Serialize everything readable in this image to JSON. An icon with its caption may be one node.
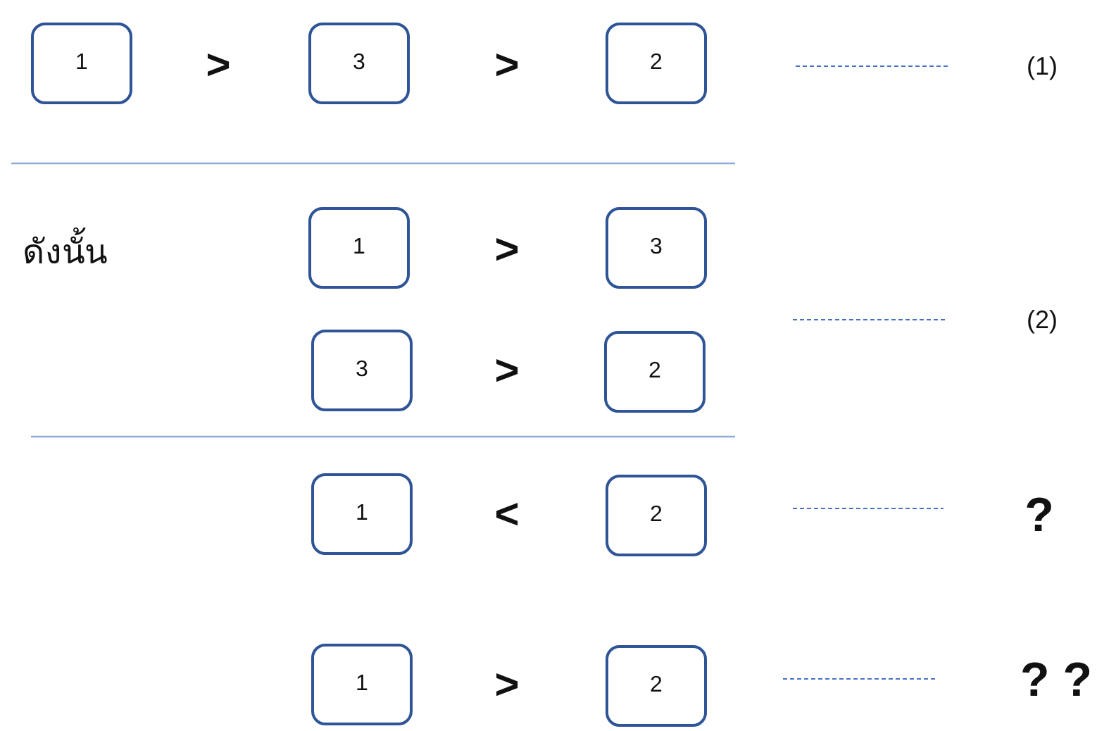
{
  "diagram": {
    "nodes": [
      {
        "text": [
          "1"
        ]
      },
      {
        "text": [
          "3"
        ]
      },
      {
        "text": [
          "2"
        ]
      },
      {
        "text": [
          "1"
        ]
      },
      {
        "text": [
          "3"
        ]
      },
      {
        "text": [
          "3"
        ]
      },
      {
        "text": [
          "2"
        ]
      },
      {
        "text": [
          "1"
        ]
      },
      {
        "text": [
          "2"
        ]
      },
      {
        "text": [
          "1"
        ]
      },
      {
        "text": [
          "2"
        ]
      }
    ],
    "labels": [
      ">",
      ">",
      "(1)",
      "ดังนั้น",
      ">",
      "(2)",
      ">",
      "<",
      "?",
      ">",
      "? ?"
    ]
  }
}
